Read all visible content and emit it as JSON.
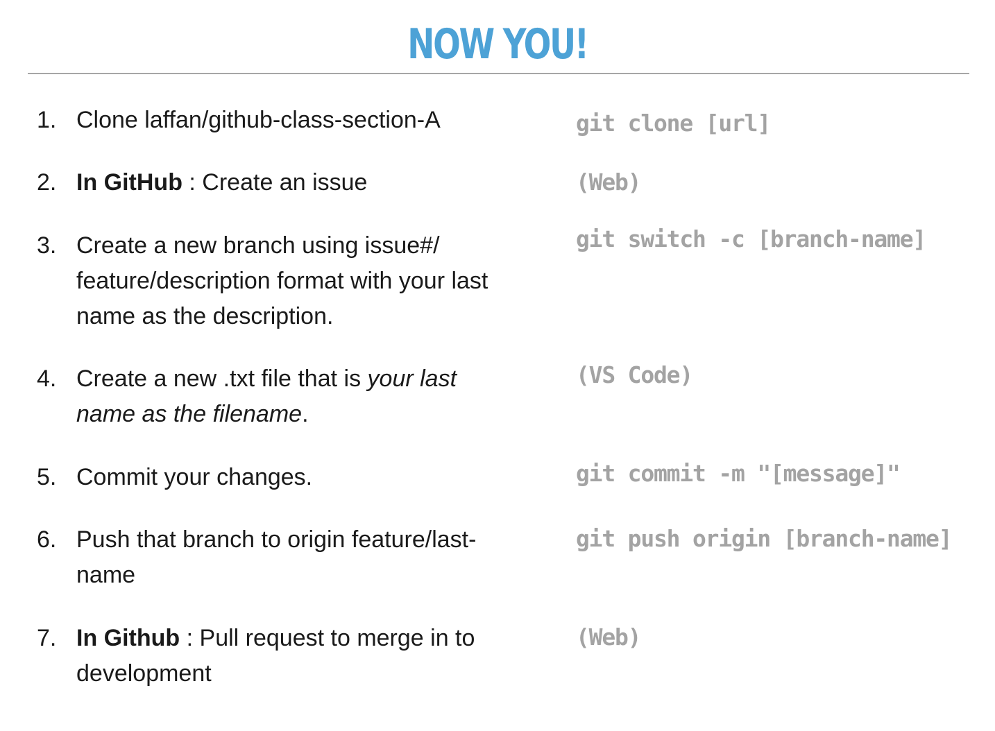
{
  "title": "NOW YOU!",
  "steps": [
    {
      "number": "1.",
      "text": "Clone laffan/github-class-section-A",
      "command": "git clone [url]"
    },
    {
      "number": "2.",
      "bold": "In GitHub",
      "text": " : Create an issue",
      "command": "(Web)"
    },
    {
      "number": "3.",
      "text": "Create a new branch using issue#/ feature/description format with your last name as the description.",
      "command": "git switch -c [branch-name]"
    },
    {
      "number": "4.",
      "text": "Create a new .txt file that is ",
      "italic": "your last name as the filename",
      "text_end": ".",
      "command": "(VS Code)"
    },
    {
      "number": "5.",
      "text": "Commit your changes.",
      "command": "git commit -m \"[message]\""
    },
    {
      "number": "6.",
      "text": "Push that branch to origin feature/last-name",
      "command": "git push origin [branch-name]"
    },
    {
      "number": "7.",
      "bold": "In Github",
      "text": " : Pull request to merge in to development",
      "command": "(Web)"
    }
  ]
}
